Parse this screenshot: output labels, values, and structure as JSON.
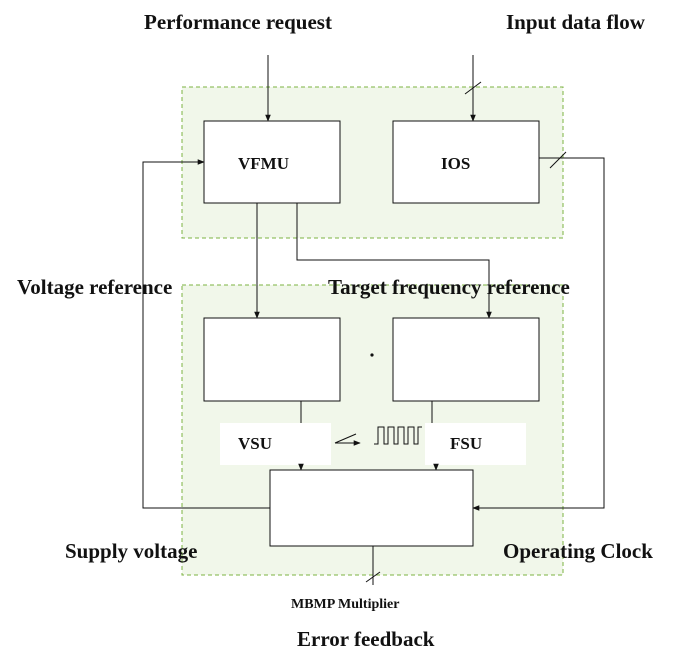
{
  "labels": {
    "performance_request": "Performance request",
    "input_data_flow": "Input data flow",
    "voltage_reference": "Voltage reference",
    "target_frequency_reference": "Target frequency reference",
    "supply_voltage": "Supply voltage",
    "operating_clock": "Operating Clock",
    "mbmp_multiplier": "MBMP Multiplier",
    "error_feedback": "Error feedback"
  },
  "blocks": {
    "vfmu": "VFMU",
    "ios": "IOS",
    "vsu": "VSU",
    "fsu": "FSU"
  },
  "colors": {
    "region_fill": "#f1f7ea",
    "region_border": "#7cb342",
    "line": "#111111"
  }
}
